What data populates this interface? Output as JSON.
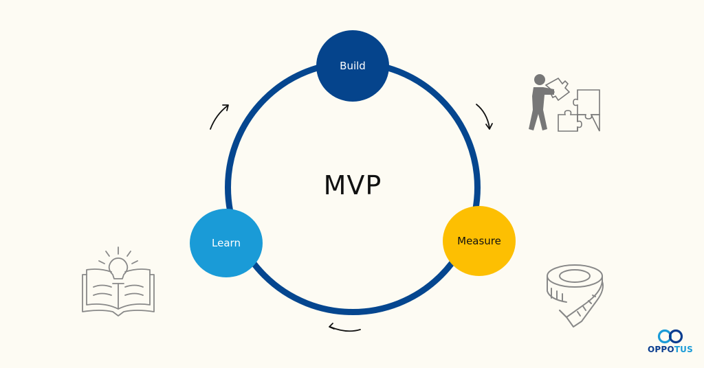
{
  "diagram": {
    "title": "MVP",
    "type": "cycle",
    "nodes": [
      {
        "id": "build",
        "label": "Build",
        "color": "#05448c"
      },
      {
        "id": "measure",
        "label": "Measure",
        "color": "#fdbf02"
      },
      {
        "id": "learn",
        "label": "Learn",
        "color": "#1a9bd7"
      }
    ],
    "flow": [
      "build",
      "measure",
      "learn",
      "build"
    ],
    "direction": "clockwise",
    "ring_color": "#05468f",
    "icons": {
      "build": "puzzle-person-icon",
      "measure": "measuring-tape-icon",
      "learn": "book-lightbulb-icon"
    }
  },
  "brand": {
    "logo_prefix": "OPPO",
    "logo_suffix": "TUS",
    "primary_color": "#0a3d8f",
    "accent_color": "#1a9bd7"
  },
  "background_color": "#fdfbf3"
}
